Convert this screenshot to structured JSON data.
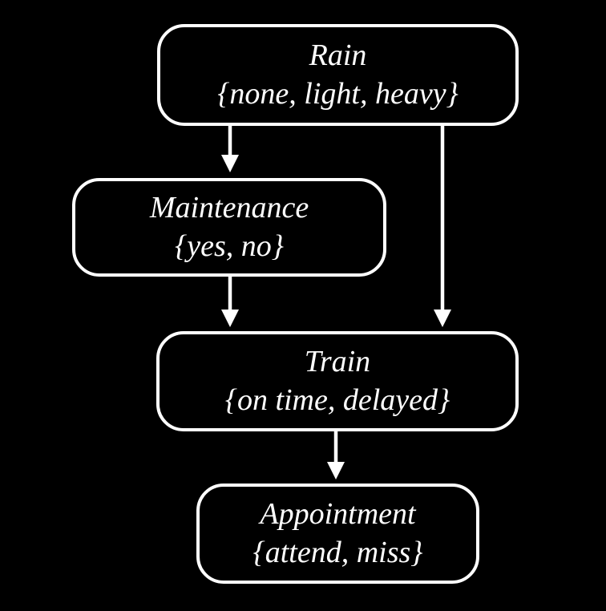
{
  "diagram": {
    "type": "bayesian-network",
    "background_color": "#000000",
    "node_border_color": "#ffffff",
    "text_color": "#ffffff",
    "nodes": [
      {
        "id": "rain",
        "name": "Rain",
        "domain": "{none, light, heavy}"
      },
      {
        "id": "maintenance",
        "name": "Maintenance",
        "domain": "{yes, no}"
      },
      {
        "id": "train",
        "name": "Train",
        "domain": "{on time, delayed}"
      },
      {
        "id": "appointment",
        "name": "Appointment",
        "domain": "{attend, miss}"
      }
    ],
    "edges": [
      {
        "from": "rain",
        "to": "maintenance"
      },
      {
        "from": "rain",
        "to": "train"
      },
      {
        "from": "maintenance",
        "to": "train"
      },
      {
        "from": "train",
        "to": "appointment"
      }
    ]
  }
}
